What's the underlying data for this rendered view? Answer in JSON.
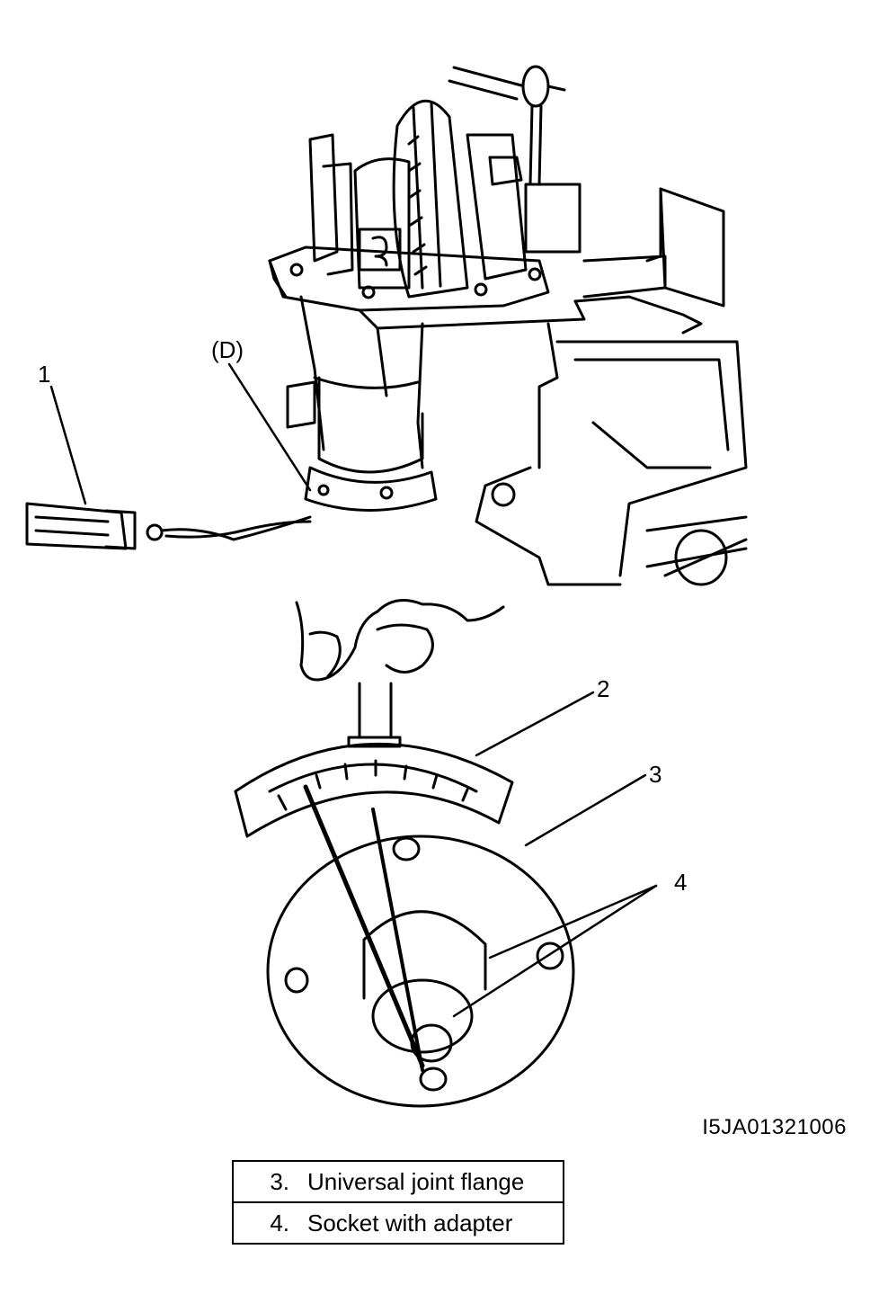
{
  "callouts": {
    "c1": "1",
    "cD": "(D)",
    "c2": "2",
    "c3": "3",
    "c4": "4"
  },
  "figure_code": "I5JA01321006",
  "legend": [
    {
      "num": "3.",
      "text": "Universal joint flange"
    },
    {
      "num": "4.",
      "text": "Socket with adapter"
    }
  ],
  "colors": {
    "ink": "#000000",
    "paper": "#ffffff"
  }
}
